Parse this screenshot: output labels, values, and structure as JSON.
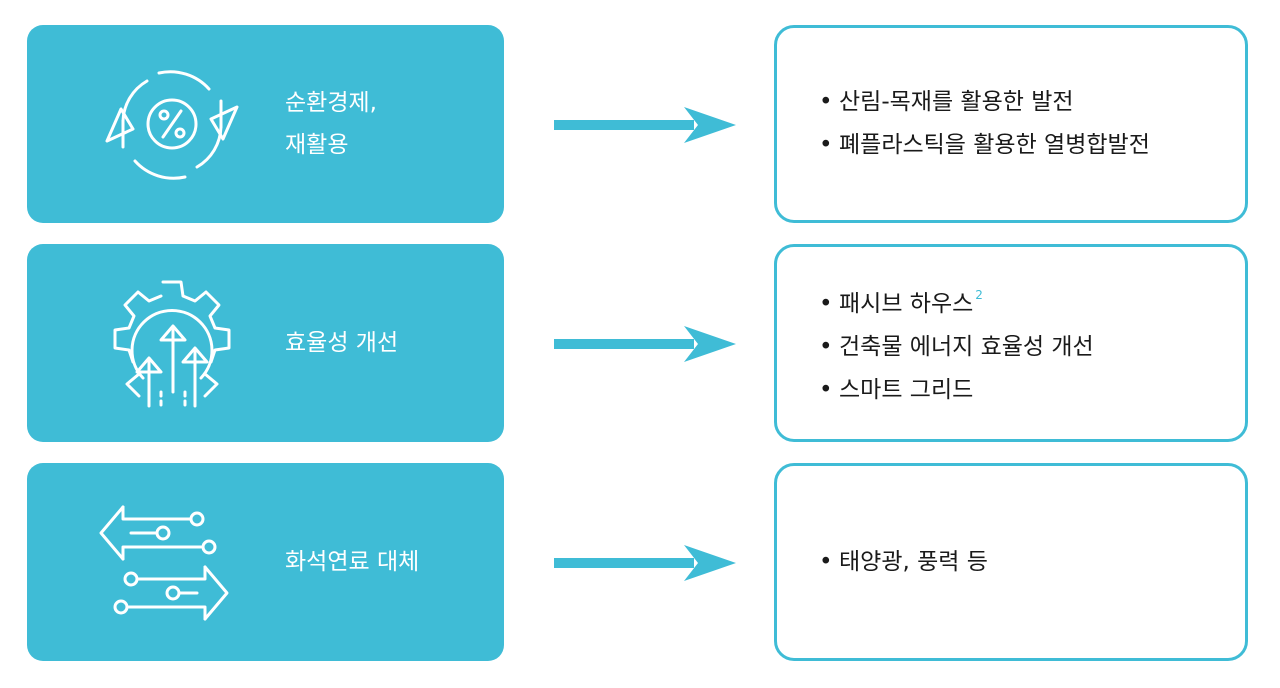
{
  "colors": {
    "accent": "#3fbcd6",
    "card_text": "#ffffff",
    "bullet_text": "#1a1a1a"
  },
  "rows": [
    {
      "icon": "circular-economy-percent-icon",
      "label_lines": [
        "순환경제,",
        "재활용"
      ],
      "items": [
        "산림-목재를 활용한 발전",
        "폐플라스틱을 활용한 열병합발전"
      ]
    },
    {
      "icon": "gear-efficiency-arrows-icon",
      "label_lines": [
        "효율성 개선"
      ],
      "items": [
        "패시브 하우스",
        "건축물 에너지 효율성 개선",
        "스마트 그리드"
      ],
      "footnote": "2"
    },
    {
      "icon": "fuel-replacement-arrows-icon",
      "label_lines": [
        "화석연료 대체"
      ],
      "items": [
        "태양광, 풍력 등"
      ]
    }
  ]
}
